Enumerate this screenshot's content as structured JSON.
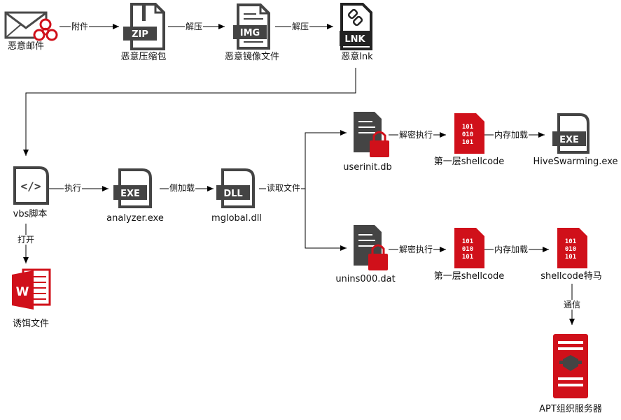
{
  "nodes": {
    "email": "恶意邮件",
    "zip": "恶意压缩包",
    "img": "恶意镜像文件",
    "lnk": "恶意lnk",
    "vbs": "vbs脚本",
    "lure": "诱饵文件",
    "analyzer": "analyzer.exe",
    "mglobal": "mglobal.dll",
    "userinit": "userinit.db",
    "shellcode1": "第一层shellcode",
    "hive": "HiveSwarming.exe",
    "unins": "unins000.dat",
    "shellcode2": "第一层shellcode",
    "trojan": "shellcode特马",
    "server": "APT组织服务器"
  },
  "edges": {
    "email_zip": "附件",
    "zip_img": "解压",
    "img_lnk": "解压",
    "vbs_analyzer": "执行",
    "analyzer_mglobal": "侧加载",
    "mglobal_read": "读取文件",
    "vbs_lure": "打开",
    "userinit_sc": "解密执行",
    "sc_hive": "内存加载",
    "unins_sc": "解密执行",
    "sc_trojan": "内存加载",
    "trojan_server": "通信"
  },
  "icons": {
    "zip": "ZIP",
    "img": "IMG",
    "lnk": "LNK",
    "exe": "EXE",
    "dll": "DLL",
    "binary_lines": [
      "101",
      "010",
      "101"
    ]
  },
  "colors": {
    "accent": "#d0101a",
    "dark": "#444444",
    "line": "#000000"
  }
}
